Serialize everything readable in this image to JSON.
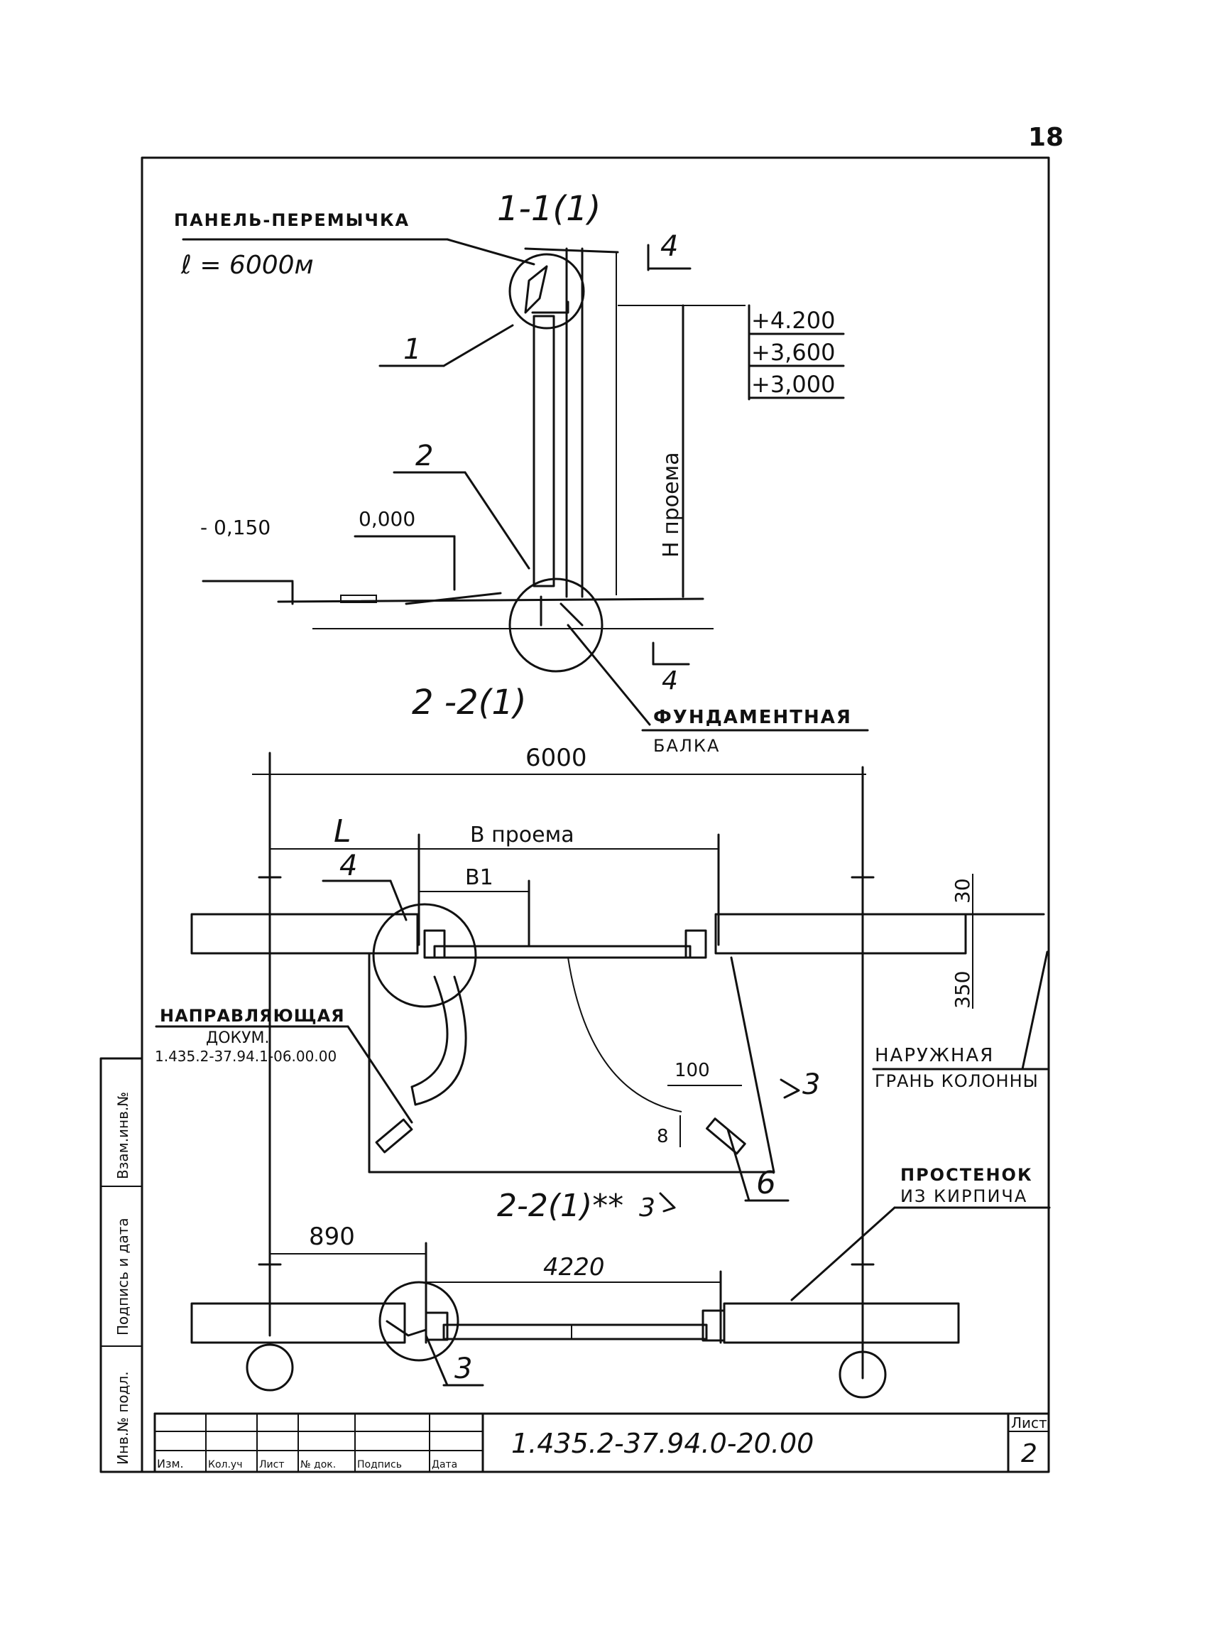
{
  "page_number": "18",
  "section_1_1": {
    "title": "1-1(1)",
    "callout_panel": "ПАНЕЛЬ-ПЕРЕМЫЧКА",
    "callout_length": "ℓ = 6000м",
    "leader_1": "1",
    "leader_2": "2",
    "detail_4_top": "4",
    "detail_4_bottom": "4",
    "elev_1": "+4.200",
    "elev_2": "+3,600",
    "elev_3": "+3,000",
    "h_opening": "H проема",
    "level_minus": "- 0,150",
    "level_zero": "0,000",
    "foundation_1": "ФУНДАМЕНТНАЯ",
    "foundation_2": "БАЛКА"
  },
  "section_2_2": {
    "title": "2 -2(1)",
    "dim_total": "6000",
    "dim_l": "L",
    "dim_b": "B проема",
    "dim_b1": "B1",
    "leader_4": "4",
    "dim_30": "30",
    "dim_350": "350",
    "guide_1": "НАПРАВЛЯЮЩАЯ",
    "guide_2": "ДОКУМ.",
    "guide_3": "1.435.2-37.94.1-06.00.00",
    "outer_1": "НАРУЖНАЯ",
    "outer_2": "ГРАНЬ КОЛОННЫ",
    "dim_100": "100",
    "dim_8": "8",
    "mark_3": "3",
    "leader_6": "6"
  },
  "section_2_2b": {
    "title": "2-2(1)**",
    "title_mark": "3",
    "dim_890": "890",
    "dim_4220": "4220",
    "brick_1": "ПРОСТЕНОК",
    "brick_2": "ИЗ КИРПИЧА",
    "leader_3": "3"
  },
  "title_block": {
    "doc_code": "1.435.2-37.94.0-20.00",
    "sheet_label": "Лист",
    "sheet_number": "2",
    "col_headers": [
      "Изм.",
      "Кол.уч",
      "Лист",
      "№ док.",
      "Подпись",
      "Дата"
    ],
    "side_labels": [
      "Инв.№ подл.",
      "Подпись и дата",
      "Взам.инв.№"
    ]
  }
}
